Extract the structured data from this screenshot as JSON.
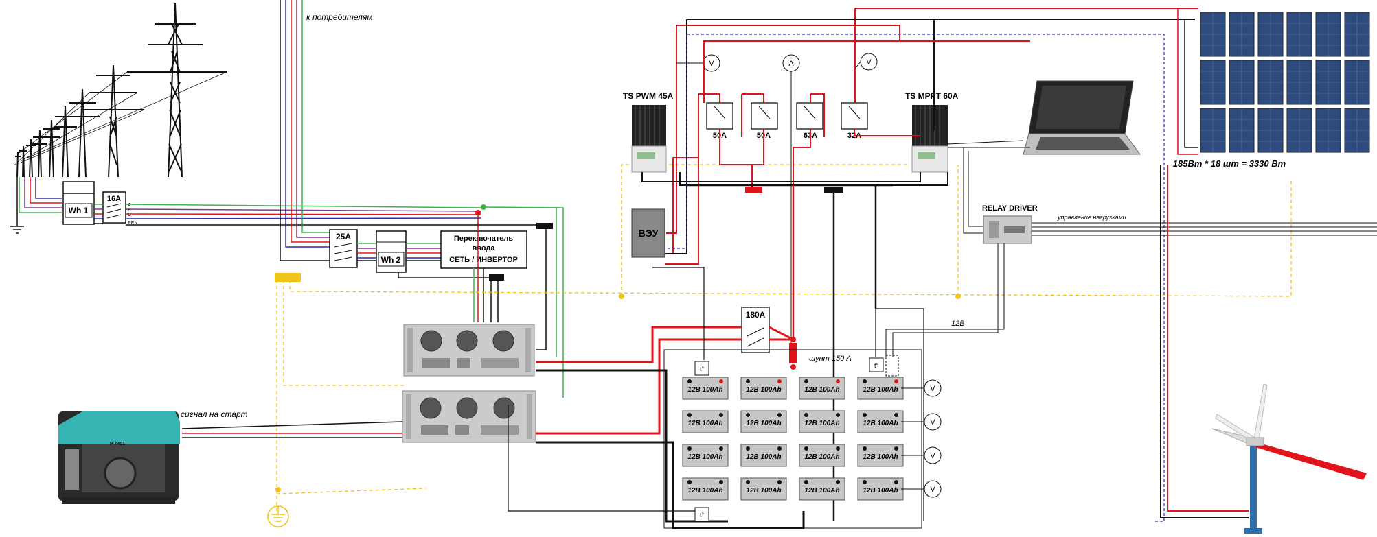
{
  "labels": {
    "consumers": "к потребителям",
    "wh1": "Wh 1",
    "wh2": "Wh 2",
    "breaker_16a": "16A",
    "breaker_25a": "25A",
    "phase_a": "A",
    "phase_b": "B",
    "phase_c": "C",
    "pen": "PEN",
    "switch_line1": "Переключатель",
    "switch_line2": "ввода",
    "switch_line3": "СЕТЬ / ИНВЕРТОР",
    "pwm_controller": "TS PWM 45A",
    "mppt_controller": "TS MPPT 60A",
    "veu": "ВЭУ",
    "fuse_50a_1": "50A",
    "fuse_50a_2": "50A",
    "fuse_63a": "63A",
    "fuse_32a": "32A",
    "relay_driver": "RELAY DRIVER",
    "load_control": "управление нагрузками",
    "solar_caption": "185Вт * 18 шт = 3330 Вт",
    "breaker_180a": "180A",
    "shunt": "шунт 150 А",
    "v12": "12В",
    "start_signal": "сигнал на старт",
    "gen_model": "P 7401",
    "voltmeter": "V",
    "ammeter": "A",
    "temp_sensor": "t°"
  },
  "battery": {
    "label": "12В 100Ah",
    "rows": 4,
    "cols": 4
  },
  "solar": {
    "rows": 3,
    "cols": 6
  },
  "colors": {
    "red": "#e0141a",
    "black": "#111111",
    "green": "#3bb54a",
    "blue": "#2b2bb0",
    "purple": "#7a3d8a",
    "yellow": "#f0c419",
    "panel": "#2f4a7d",
    "inverter": "#c9cbcd",
    "battery": "#c7c7c7",
    "generator": "#36b4b4"
  }
}
